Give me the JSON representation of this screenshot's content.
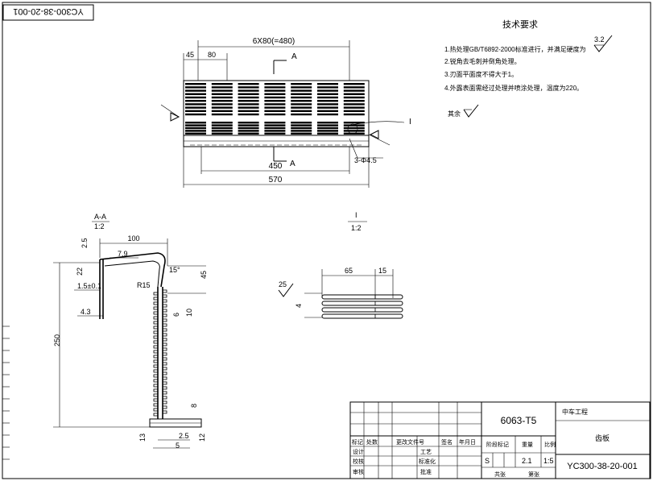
{
  "drawing_number": "YC300-38-20-001",
  "tech_req": {
    "title": "技术要求",
    "items": [
      "1.热处理GB/T6892-2000标准进行，并满足硬度为",
      "2.锐角去毛刺并倒角处理。",
      "3.刃面平面度不得大于1。",
      "4.外露表面需经过处理并喷涂处理，温度为220。"
    ],
    "roughness_main": "3.2",
    "remaining_label": "其余"
  },
  "top_view": {
    "pitch": "6X80(=480)",
    "offset": "45",
    "spacing": "80",
    "inner": "450",
    "overall": "570",
    "holes": "3-Φ4.5",
    "section_mark": "A",
    "detail_mark": "I"
  },
  "section_view": {
    "title": "A-A",
    "scale": "1:2",
    "dims": {
      "width": "100",
      "t_top": "2.5",
      "flange": "7.9",
      "angle": "15°",
      "radius": "R15",
      "lip_h": "22",
      "gap": "1.5±0.1",
      "lip_w": "4.3",
      "height_upper": "45",
      "tooth_pitch": "6",
      "tooth_h": "10",
      "total_h": "250",
      "foot_h": "8",
      "foot_w1": "2.5",
      "foot_w2": "5",
      "base_h": "13",
      "base_t": "12"
    }
  },
  "detail_view": {
    "title": "I",
    "scale": "1:2",
    "length": "65",
    "gap": "15",
    "roughness": "25",
    "thickness": "4"
  },
  "title_block": {
    "material": "6063-T5",
    "company": "中车工程",
    "part_name": "齿板",
    "scale": "1:5",
    "weight": "2.1",
    "stage": "S",
    "code": "YC300-38-20-001",
    "headers": [
      "标记",
      "处数",
      "更改文件号",
      "签名",
      "年月日"
    ],
    "rows": [
      "设计",
      "校核",
      "审核",
      "工艺",
      "标准化",
      "批准"
    ],
    "col_labels": [
      "阶段标记",
      "重量",
      "比例"
    ],
    "footer": [
      "共张",
      "第张"
    ]
  }
}
